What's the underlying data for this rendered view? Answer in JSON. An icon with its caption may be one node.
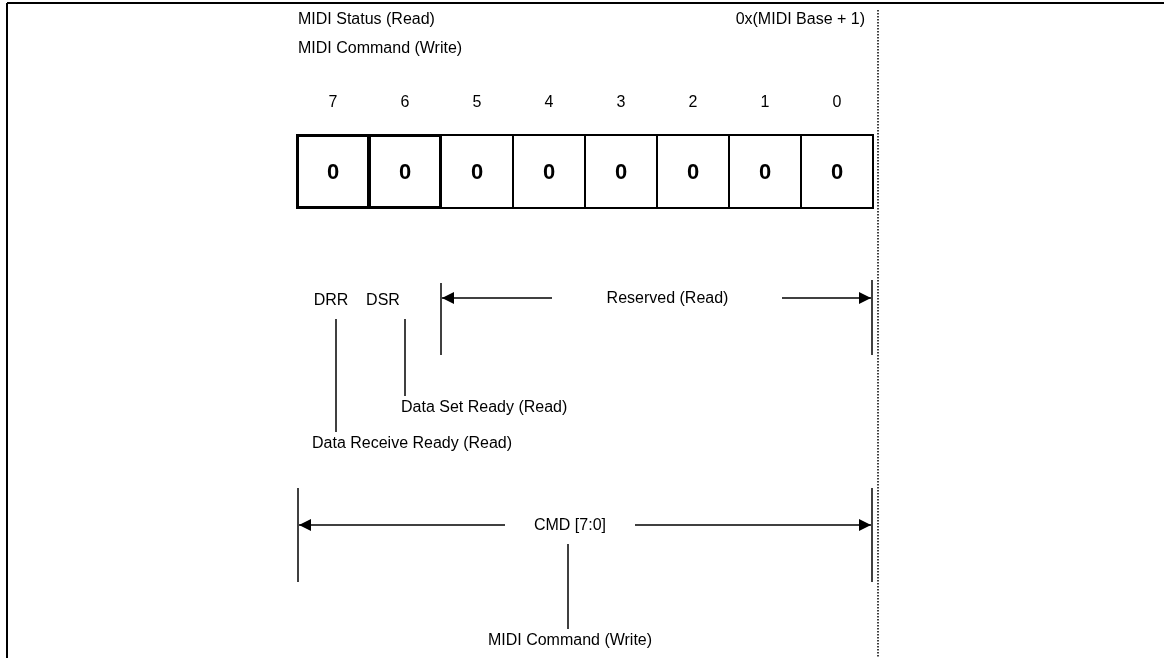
{
  "diagram": {
    "nodes": [
      {
        "text": [
          "0"
        ]
      },
      {
        "text": [
          "0"
        ]
      },
      {
        "text": [
          "0"
        ]
      },
      {
        "text": [
          "0"
        ]
      },
      {
        "text": [
          "0"
        ]
      },
      {
        "text": [
          "0"
        ]
      },
      {
        "text": [
          "0"
        ]
      },
      {
        "text": [
          "0"
        ]
      },
      {
        "text": [
          "DRR"
        ]
      },
      {
        "text": [
          "DSR"
        ]
      },
      {
        "text": [
          "Data Set Ready (Read)"
        ]
      },
      {
        "text": [
          "Data Receive Ready (Read)"
        ]
      },
      {
        "text": [
          "CMD [7:0]"
        ]
      },
      {
        "text": [
          "MIDI Command (Write)"
        ]
      }
    ],
    "edges": [
      {
        "from": 8,
        "to": 11,
        "arrow": "none"
      },
      {
        "from": 9,
        "to": 10,
        "arrow": "none"
      },
      {
        "from": 12,
        "to": 13,
        "arrow": "none"
      }
    ],
    "labels": [
      "MIDI Status (Read)",
      "0x(MIDI Base + 1)",
      "MIDI Command (Write)",
      "7",
      "6",
      "5",
      "4",
      "3",
      "2",
      "1",
      "0",
      "Reserved (Read)"
    ]
  }
}
